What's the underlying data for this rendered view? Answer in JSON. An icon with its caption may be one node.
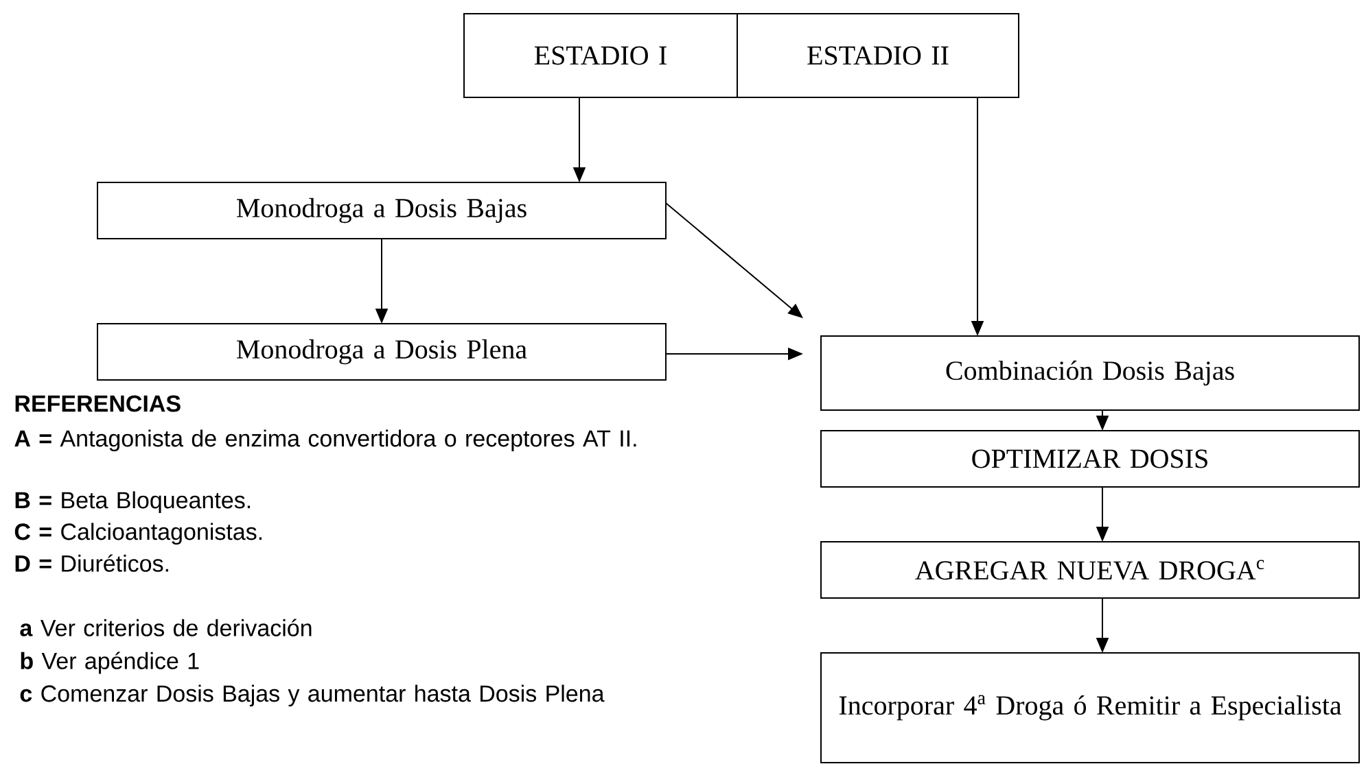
{
  "diagram": {
    "nodes": [
      {
        "text": [
          "ESTADIO I"
        ]
      },
      {
        "text": [
          "ESTADIO II"
        ]
      },
      {
        "text": [
          "Monodroga a Dosis Bajas"
        ]
      },
      {
        "text": [
          "Monodroga a Dosis Plena"
        ]
      },
      {
        "text": [
          "Combinación Dosis Bajas"
        ]
      },
      {
        "text": [
          "OPTIMIZAR DOSIS"
        ]
      },
      {
        "text": [
          "AGREGAR NUEVA DROGA$^{c}$"
        ]
      },
      {
        "text": [
          "Incorporar 4$^{a}$ Droga ó Remitir a Especialista"
        ]
      }
    ],
    "edges": [
      {
        "from": 0,
        "to": 2,
        "arrow": "to"
      },
      {
        "from": 1,
        "to": 4,
        "arrow": "to"
      },
      {
        "from": 2,
        "to": 3,
        "arrow": "to"
      },
      {
        "from": 2,
        "to": 4,
        "arrow": "to"
      },
      {
        "from": 3,
        "to": 4,
        "arrow": "to"
      },
      {
        "from": 4,
        "to": 5,
        "arrow": "to"
      },
      {
        "from": 5,
        "to": 6,
        "arrow": "to"
      },
      {
        "from": 6,
        "to": 7,
        "arrow": "to"
      }
    ],
    "labels": [
      "REFERENCIAS",
      "**A =** Antagonista de enzima convertidora o receptores AT II.",
      "**B =** Beta Bloqueantes.",
      "**C =** Calcioantagonistas.",
      "**D =** Diuréticos.",
      "**a** Ver criterios de derivación",
      "**b** Ver apéndice 1",
      "**c** Comenzar Dosis Bajas y aumentar hasta Dosis Plena"
    ]
  }
}
